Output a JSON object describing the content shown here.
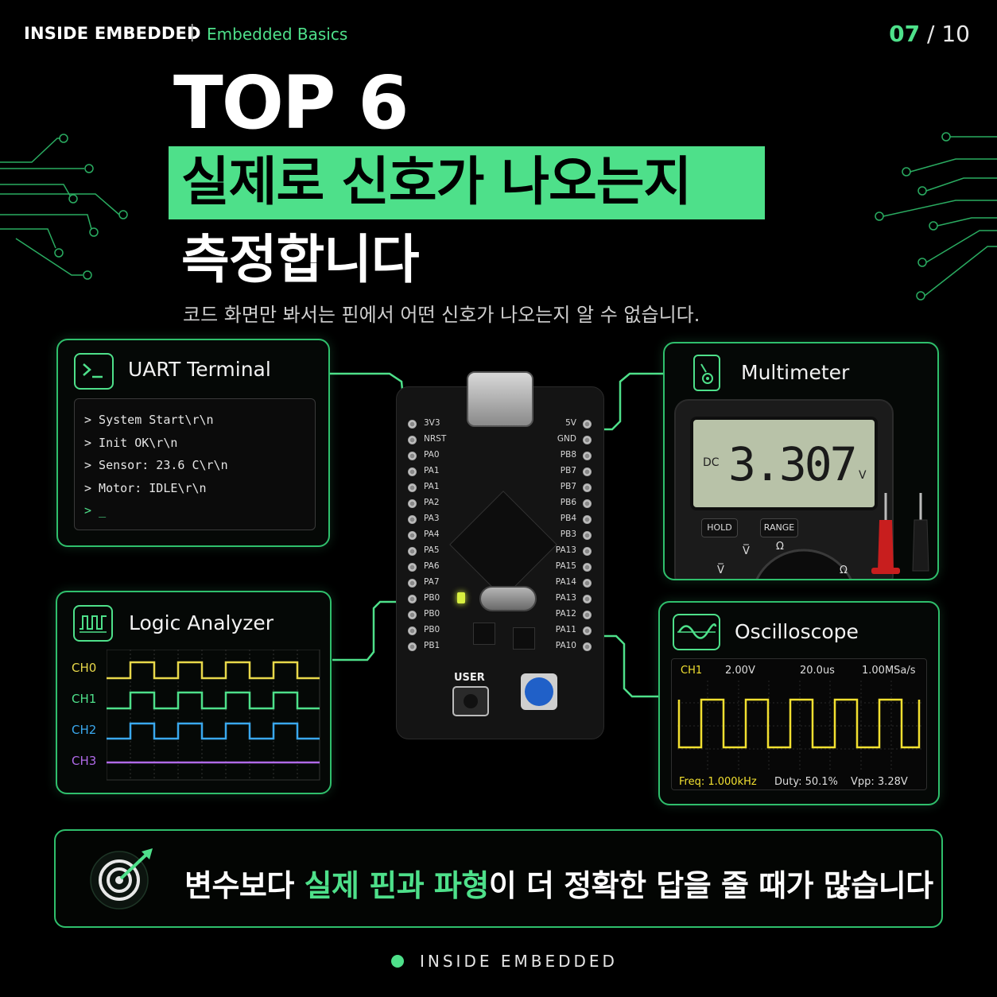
{
  "header": {
    "brand": "INSIDE EMBEDDED",
    "separator": "|",
    "category": "Embedded Basics",
    "page_current": "07",
    "page_sep": " / ",
    "page_total": "10"
  },
  "title": {
    "line1": "TOP 6",
    "line2": "실제로 신호가 나오는지",
    "line3": "측정합니다",
    "subtitle": "코드 화면만 봐서는 핀에서 어떤 신호가 나오는지 알 수 없습니다."
  },
  "uart": {
    "title": "UART Terminal",
    "icon": "terminal-icon",
    "lines": [
      "> System Start\\r\\n",
      "> Init OK\\r\\n",
      "> Sensor: 23.6 C\\r\\n",
      "> Motor: IDLE\\r\\n"
    ],
    "prompt": "> ",
    "cursor": "_"
  },
  "logic": {
    "title": "Logic Analyzer",
    "icon": "logic-analyzer-icon",
    "channels": [
      {
        "label": "CH0",
        "color": "#e8d84a"
      },
      {
        "label": "CH1",
        "color": "#4ee08a"
      },
      {
        "label": "CH2",
        "color": "#3aa8ee"
      },
      {
        "label": "CH3",
        "color": "#b06ae8"
      }
    ]
  },
  "multimeter": {
    "title": "Multimeter",
    "icon": "multimeter-icon",
    "mode": "DC",
    "reading": "3.307",
    "unit": "V",
    "hold": "HOLD",
    "range": "RANGE",
    "dial1": "V̅",
    "dial2": "Ω",
    "dial3": "V̅",
    "dial4": "Ω"
  },
  "scope": {
    "title": "Oscilloscope",
    "icon": "sine-wave-icon",
    "channel": "CH1",
    "volts": "2.00V",
    "time": "20.0us",
    "rate": "1.00MSa/s",
    "freq": "Freq: 1.000kHz",
    "duty": "Duty: 50.1%",
    "vpp": "Vpp: 3.28V",
    "trace_color": "#f2e030"
  },
  "board": {
    "left_pins": [
      "3V3",
      "NRST",
      "PA0",
      "PA1",
      "PA1",
      "PA2",
      "PA3",
      "PA4",
      "PA5",
      "PA6",
      "PA7",
      "PB0",
      "PB0",
      "PB0",
      "PB1"
    ],
    "right_pins": [
      "5V",
      "GND",
      "PB8",
      "PB7",
      "PB7",
      "PB6",
      "PB4",
      "PB3",
      "PA13",
      "PA15",
      "PA14",
      "PA13",
      "PA12",
      "PA11",
      "PA10"
    ],
    "user_label": "USER"
  },
  "bottom": {
    "icon": "target-icon",
    "part1": "변수보다 ",
    "highlight": "실제 핀과 파형",
    "part2": "이 더 정확한 답을 줄 때가 많습니다"
  },
  "footer": {
    "brand": "INSIDE EMBEDDED"
  },
  "colors": {
    "accent": "#4ee08a",
    "background": "#000000"
  }
}
